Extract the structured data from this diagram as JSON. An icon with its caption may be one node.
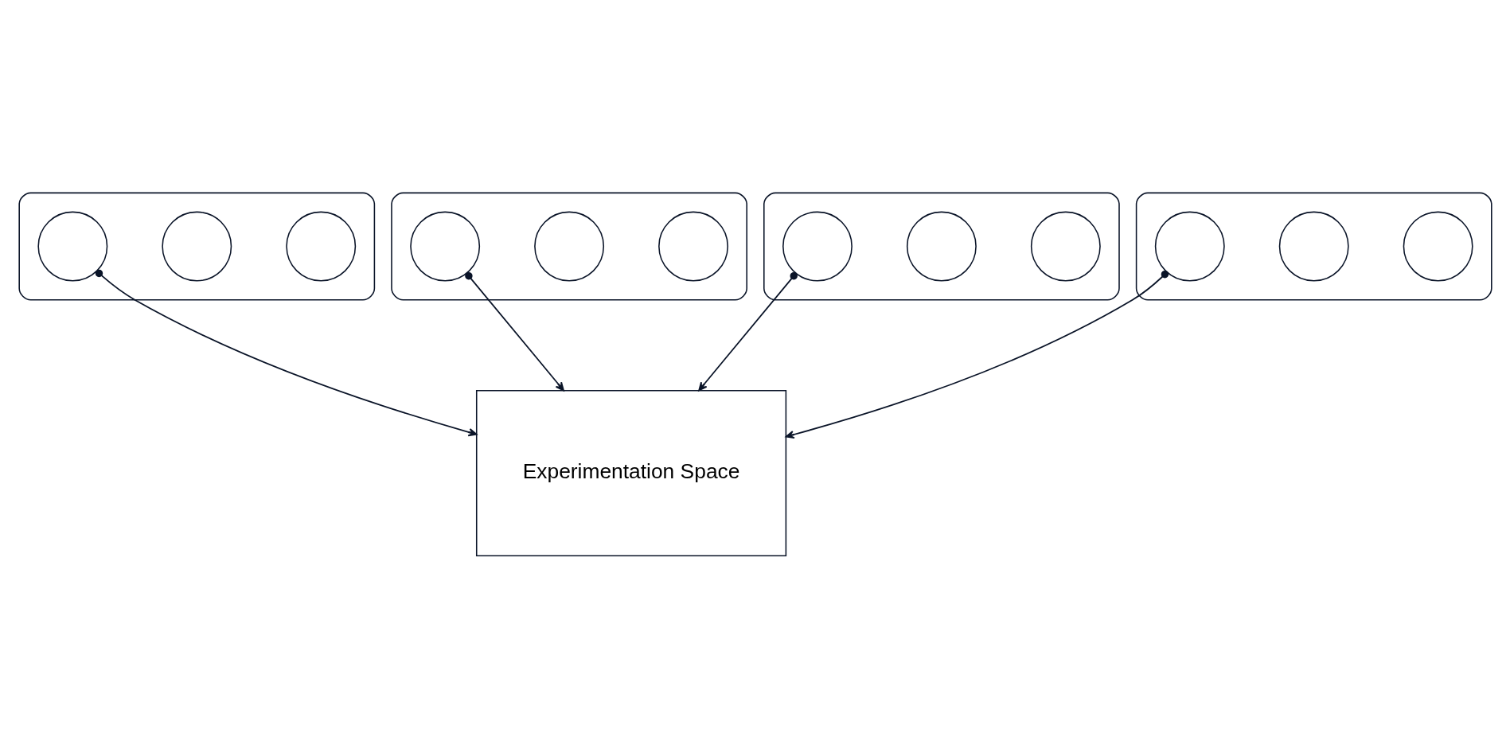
{
  "diagram": {
    "nodes": [
      {
        "text": [],
        "shape": "ellipse"
      },
      {
        "text": [],
        "shape": "circle",
        "in": 0
      },
      {
        "text": [],
        "shape": "circle",
        "in": 0
      },
      {
        "text": [],
        "shape": "circle",
        "in": 0
      },
      {
        "text": [],
        "shape": "ellipse"
      },
      {
        "text": [],
        "shape": "circle",
        "in": 4
      },
      {
        "text": [],
        "shape": "circle",
        "in": 4
      },
      {
        "text": [],
        "shape": "circle",
        "in": 4
      },
      {
        "text": [],
        "shape": "ellipse"
      },
      {
        "text": [],
        "shape": "circle",
        "in": 8
      },
      {
        "text": [],
        "shape": "circle",
        "in": 8
      },
      {
        "text": [],
        "shape": "circle",
        "in": 8
      },
      {
        "text": [],
        "shape": "ellipse"
      },
      {
        "text": [],
        "shape": "circle",
        "in": 12
      },
      {
        "text": [],
        "shape": "circle",
        "in": 12
      },
      {
        "text": [],
        "shape": "circle",
        "in": 12
      },
      {
        "text": [
          "Experimentation Space"
        ]
      }
    ],
    "edges": [
      {
        "from": 5,
        "to": 16,
        "arrow": "to"
      },
      {
        "from": 1,
        "to": 16,
        "arrow": "to"
      },
      {
        "from": 9,
        "to": 16,
        "arrow": "to"
      },
      {
        "from": 13,
        "to": 16,
        "arrow": "to"
      }
    ]
  }
}
